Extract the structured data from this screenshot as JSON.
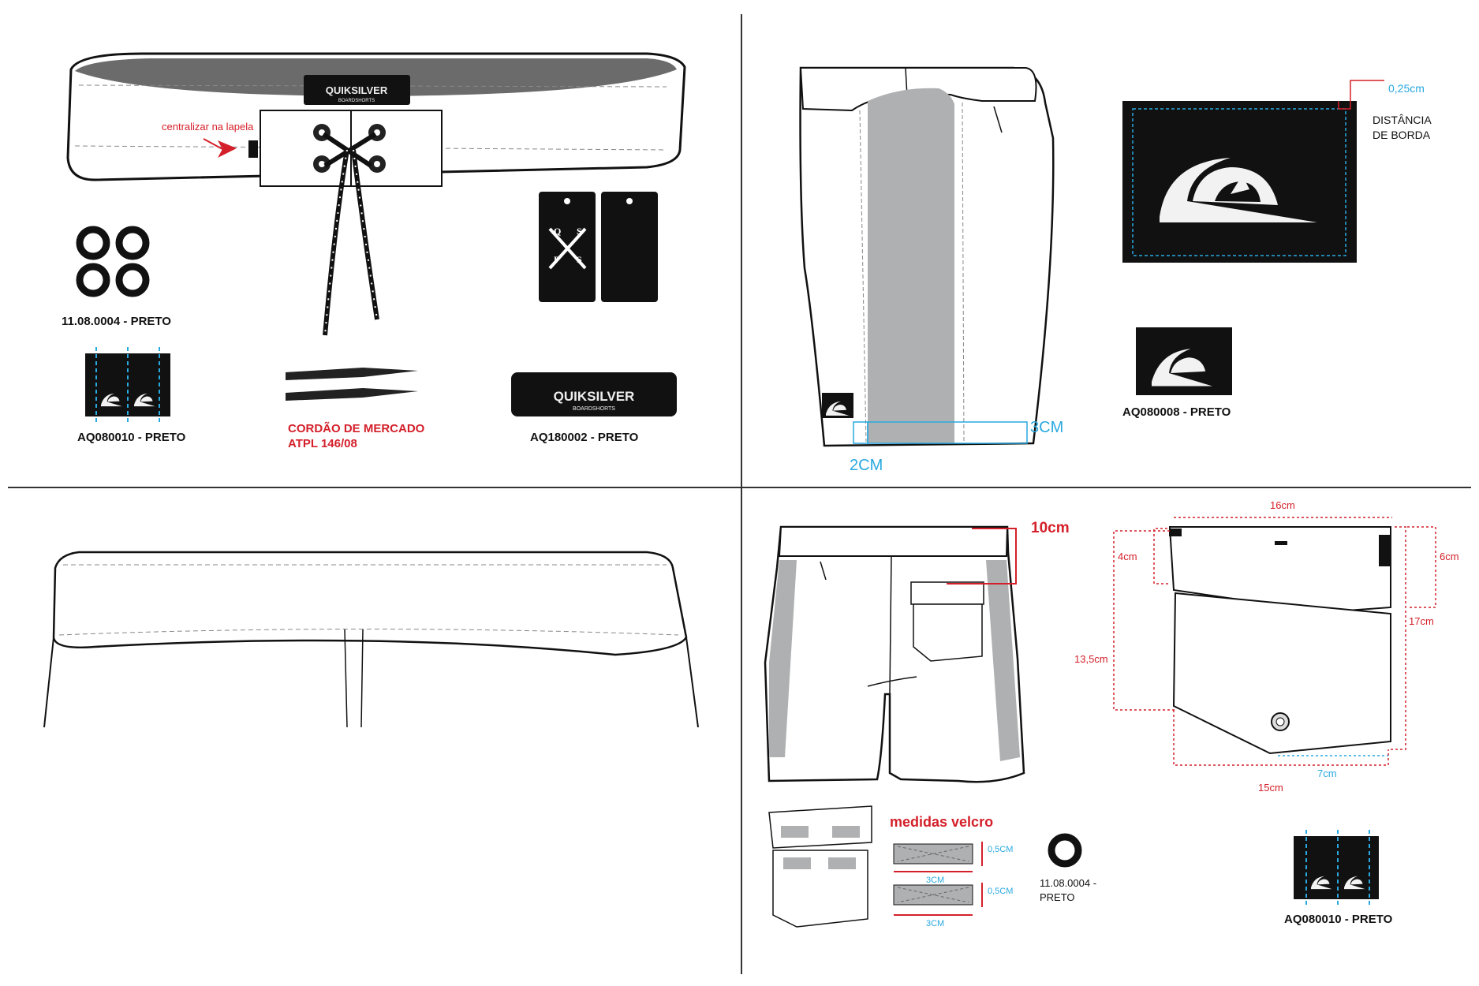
{
  "colors": {
    "black": "#111111",
    "red": "#d4202a",
    "blue": "#29a9e0",
    "gray": "#aeb0b2",
    "darkgray": "#6b6b6b"
  },
  "front": {
    "annotation": "centralizar na lapela",
    "waist_logo": "QUIKSILVER",
    "waist_logo_sub": "BOARDSHORTS",
    "eyelets_label": "11.08.0004 - PRETO",
    "tag_label": "AQ080010 - PRETO",
    "cord_label_1": "CORDÃO DE MERCADO",
    "cord_label_2": "ATPL 146/08",
    "patch_label": "AQ180002 - PRETO",
    "patch_logo": "QUIKSILVER",
    "patch_logo_sub": "BOARDSHORTS"
  },
  "side": {
    "dim_3cm": "3CM",
    "dim_2cm": "2CM",
    "label_distance": "0,25cm",
    "label_border_1": "DISTÂNCIA",
    "label_border_2": "DE BORDA",
    "label_code": "AQ080008 - PRETO"
  },
  "back": {
    "dim_10cm": "10cm",
    "pocket_16cm": "16cm",
    "pocket_4cm": "4cm",
    "pocket_6cm": "6cm",
    "pocket_17cm": "17cm",
    "pocket_135cm": "13,5cm",
    "pocket_7cm": "7cm",
    "pocket_15cm": "15cm",
    "velcro_title": "medidas velcro",
    "velcro_05a": "0,5CM",
    "velcro_3a": "3CM",
    "velcro_05b": "0,5CM",
    "velcro_3b": "3CM",
    "eyelet_code_1": "11.08.0004 -",
    "eyelet_code_2": "PRETO",
    "tag_code": "AQ080010 - PRETO"
  }
}
